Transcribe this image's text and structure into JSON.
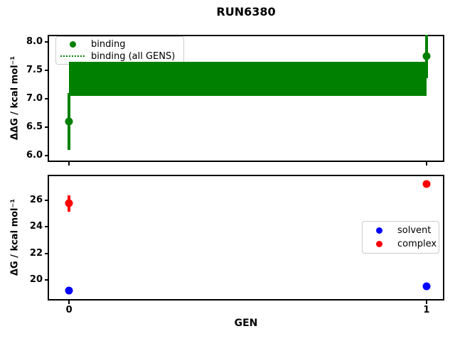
{
  "title": "RUN6380",
  "top_plot": {
    "ylabel": "ΔΔG / kcal mol⁻¹",
    "legend": {
      "items": [
        {
          "label": "binding",
          "marker": "dot",
          "color": "#008000"
        },
        {
          "label": "binding (all GENS)",
          "marker": "dotted-line",
          "color": "#008000"
        }
      ]
    }
  },
  "bottom_plot": {
    "ylabel": "ΔG / kcal mol⁻¹",
    "xlabel": "GEN",
    "legend": {
      "items": [
        {
          "label": "solvent",
          "marker": "dot",
          "color": "#0000ff"
        },
        {
          "label": "complex",
          "marker": "dot",
          "color": "#ff0000"
        }
      ]
    }
  },
  "colors": {
    "binding": "#008000",
    "solvent": "#0000ff",
    "complex": "#ff0000",
    "axes": "#000000",
    "legend_edge": "#cccccc"
  },
  "chart_data": [
    {
      "type": "scatter",
      "subplot": "top",
      "title": "RUN6380",
      "ylabel": "ΔΔG / kcal mol⁻¹",
      "x_values": [
        0,
        1
      ],
      "series": [
        {
          "name": "binding",
          "color": "#008000",
          "values": [
            6.6,
            7.75
          ],
          "yerr": [
            0.5,
            0.38
          ]
        }
      ],
      "band": {
        "name": "binding (all GENS)",
        "low": 7.05,
        "high": 7.65,
        "center": 7.35,
        "color": "#008000",
        "line_style": "dotted"
      },
      "ylim": [
        5.89,
        8.13
      ],
      "xlim": [
        -0.06,
        1.05
      ],
      "yticks": [
        {
          "v": 8.0,
          "label": "8.0"
        },
        {
          "v": 7.5,
          "label": "7.5"
        },
        {
          "v": 7.0,
          "label": "7.0"
        },
        {
          "v": 6.5,
          "label": "6.5"
        },
        {
          "v": 6.0,
          "label": "6.0"
        }
      ],
      "xticks": [
        {
          "v": 0,
          "label": ""
        },
        {
          "v": 1,
          "label": ""
        }
      ],
      "legend": [
        "binding",
        "binding (all GENS)"
      ],
      "legend_position": "upper left",
      "grid": false
    },
    {
      "type": "scatter",
      "subplot": "bottom",
      "xlabel": "GEN",
      "ylabel": "ΔG / kcal mol⁻¹",
      "x_values": [
        0,
        1
      ],
      "series": [
        {
          "name": "solvent",
          "color": "#0000ff",
          "values": [
            19.2,
            19.5
          ],
          "yerr": [
            0.05,
            0.05
          ]
        },
        {
          "name": "complex",
          "color": "#ff0000",
          "values": [
            25.75,
            27.2
          ],
          "yerr": [
            0.6,
            0.05
          ]
        }
      ],
      "ylim": [
        18.45,
        27.91
      ],
      "xlim": [
        -0.06,
        1.05
      ],
      "yticks": [
        {
          "v": 26,
          "label": "26"
        },
        {
          "v": 24,
          "label": "24"
        },
        {
          "v": 22,
          "label": "22"
        },
        {
          "v": 20,
          "label": "20"
        }
      ],
      "xticks": [
        {
          "v": 0,
          "label": "0"
        },
        {
          "v": 1,
          "label": "1"
        }
      ],
      "legend": [
        "solvent",
        "complex"
      ],
      "legend_position": "center right",
      "grid": false
    }
  ]
}
